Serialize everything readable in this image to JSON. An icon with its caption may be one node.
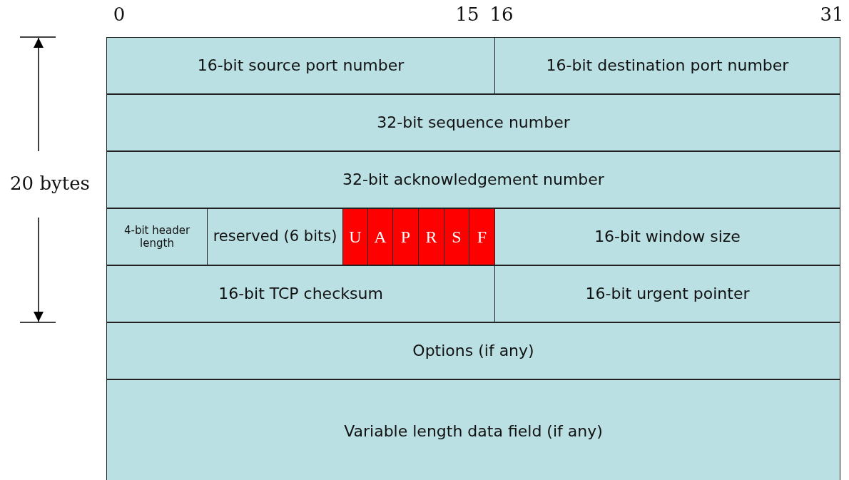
{
  "diagram": {
    "nodes": [
      {
        "text": [
          "16-bit source port number"
        ]
      },
      {
        "text": [
          "16-bit destination port number"
        ]
      },
      {
        "text": [
          "32-bit sequence number"
        ]
      },
      {
        "text": [
          "32-bit acknowledgement number"
        ]
      },
      {
        "text": [
          "4-bit header length"
        ]
      },
      {
        "text": [
          "reserved (6 bits)"
        ]
      },
      {
        "text": [
          "U"
        ]
      },
      {
        "text": [
          "A"
        ]
      },
      {
        "text": [
          "P"
        ]
      },
      {
        "text": [
          "R"
        ]
      },
      {
        "text": [
          "S"
        ]
      },
      {
        "text": [
          "F"
        ]
      },
      {
        "text": [
          "16-bit window size"
        ]
      },
      {
        "text": [
          "16-bit TCP checksum"
        ]
      },
      {
        "text": [
          "16-bit urgent pointer"
        ]
      },
      {
        "text": [
          "Options (if any)"
        ]
      },
      {
        "text": [
          "Variable length data field (if any)"
        ]
      }
    ],
    "edges": [],
    "labels": [
      "0",
      "15",
      "16",
      "31",
      "20 bytes"
    ]
  }
}
